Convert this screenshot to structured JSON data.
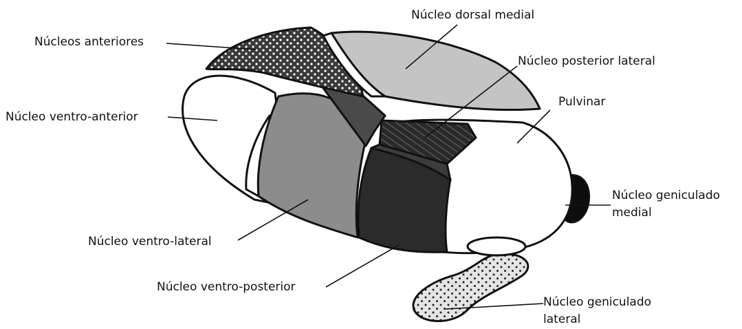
{
  "labels": {
    "anteriores": "Núcleos anteriores",
    "dorsal_medial": "Núcleo dorsal medial",
    "posterior_lateral": "Núcleo posterior lateral",
    "pulvinar": "Pulvinar",
    "ventro_anterior": "Núcleo ventro-anterior",
    "geniculado_medial_1": "Núcleo geniculado",
    "geniculado_medial_2": "medial",
    "ventro_lateral": "Núcleo ventro-lateral",
    "ventro_posterior": "Núcleo ventro-posterior",
    "geniculado_lateral_1": "Núcleo geniculado",
    "geniculado_lateral_2": "lateral"
  },
  "colors": {
    "outline": "#111111",
    "background": "#ffffff",
    "dorsal_medial_fill": "#c4c4c4",
    "ventro_lateral_fill": "#8c8c8c",
    "ventro_posterior_fill": "#2b2b2b",
    "wedge_fill": "#4a4a4a",
    "geniculado_medial_fill": "#0d0d0d",
    "dotted_fill": "#3a3a3a"
  }
}
